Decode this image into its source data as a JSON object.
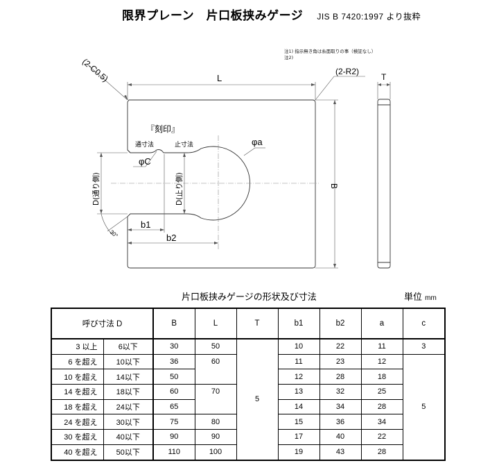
{
  "header": {
    "title": "限界プレーン　片口板挟みゲージ",
    "source": "JIS B 7420:1997 より抜粋"
  },
  "notes": [
    "注1) 指示無き角は糸面取りの事（検証なし）",
    "注2)"
  ],
  "drawing": {
    "labels": {
      "chamfer": "(2-C0.5)",
      "radius": "(2-R2)",
      "L": "L",
      "T": "T",
      "B": "B",
      "marking": "『刻印』",
      "go_size": "通寸法",
      "nogo_size": "止寸法",
      "phi_a": "φa",
      "phi_c": "φC",
      "d_go": "D(通り側)",
      "d_nogo": "D(止り側)",
      "angle": "30°",
      "b1": "b1",
      "b2": "b2"
    }
  },
  "table": {
    "title": "片口板挟みゲージの形状及び寸法",
    "unit_label": "単位",
    "unit": "mm",
    "headers": [
      "呼び寸法 D",
      "B",
      "L",
      "T",
      "b1",
      "b2",
      "a",
      "c"
    ],
    "T_value": "5",
    "rows": [
      {
        "d_from": "3 以上",
        "d_to": "6以下",
        "B": "30",
        "L": "50",
        "b1": "10",
        "b2": "22",
        "a": "11",
        "c": "3"
      },
      {
        "d_from": "6 を超え",
        "d_to": "10以下",
        "B": "36",
        "L": "60",
        "b1": "11",
        "b2": "23",
        "a": "12",
        "c": "5"
      },
      {
        "d_from": "10 を超え",
        "d_to": "14以下",
        "B": "50",
        "L": "60",
        "b1": "12",
        "b2": "28",
        "a": "18",
        "c": "5"
      },
      {
        "d_from": "14 を超え",
        "d_to": "18以下",
        "B": "60",
        "L": "70",
        "b1": "13",
        "b2": "32",
        "a": "25",
        "c": "5"
      },
      {
        "d_from": "18 を超え",
        "d_to": "24以下",
        "B": "65",
        "L": "70",
        "b1": "14",
        "b2": "34",
        "a": "28",
        "c": "5"
      },
      {
        "d_from": "24 を超え",
        "d_to": "30以下",
        "B": "75",
        "L": "80",
        "b1": "15",
        "b2": "36",
        "a": "34",
        "c": "5"
      },
      {
        "d_from": "30 を超え",
        "d_to": "40以下",
        "B": "90",
        "L": "90",
        "b1": "17",
        "b2": "40",
        "a": "22",
        "c": "5"
      },
      {
        "d_from": "40 を超え",
        "d_to": "50以下",
        "B": "110",
        "L": "100",
        "b1": "19",
        "b2": "43",
        "a": "28",
        "c": "5"
      }
    ],
    "merged": {
      "L_60_rows": [
        1,
        2
      ],
      "L_70_rows": [
        3,
        4
      ],
      "T_rows": [
        0,
        7
      ],
      "c_5_rows": [
        1,
        7
      ]
    }
  }
}
